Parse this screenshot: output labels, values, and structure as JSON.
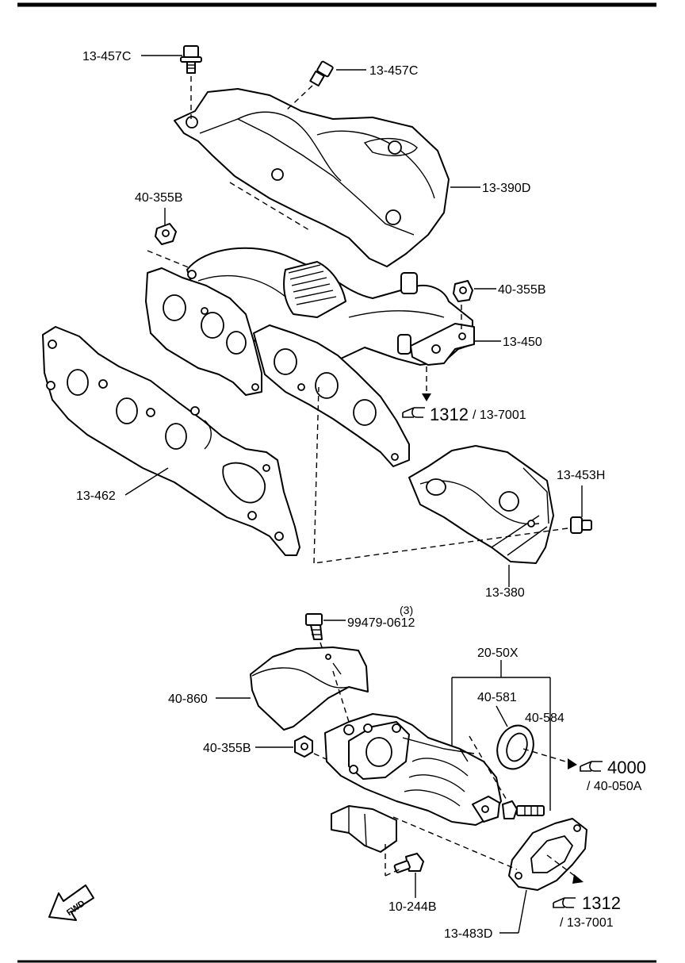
{
  "labels": {
    "bolt_top_left": "13-457C",
    "bolt_top_right": "13-457C",
    "heat_insulator_upper": "13-390D",
    "nut_left": "40-355B",
    "nut_right": "40-355B",
    "exhaust_manifold": "13-450",
    "ref_1312_a": "1312",
    "ref_13_7001_a": "/ 13-7001",
    "bolt_453h": "13-453H",
    "gasket_manifold": "13-462",
    "insulator_lower": "13-380",
    "bolt_99479": "99479-0612",
    "qty_3": "(3)",
    "kit_20_50x": "20-50X",
    "seal_40_581": "40-581",
    "bolt_40_584": "40-584",
    "insulator_40_860": "40-860",
    "nut_40_355b": "40-355B",
    "ref_4000": "4000",
    "ref_40_050a": "/ 40-050A",
    "bolt_10_244b": "10-244B",
    "ref_1312_b": "1312",
    "ref_13_7001_b": "/ 13-7001",
    "gasket_13_483d": "13-483D",
    "fwd": "FWD"
  },
  "icons": {
    "reference_hand": "pointing-hand-icon",
    "forward_arrow": "fwd-arrow-icon"
  }
}
